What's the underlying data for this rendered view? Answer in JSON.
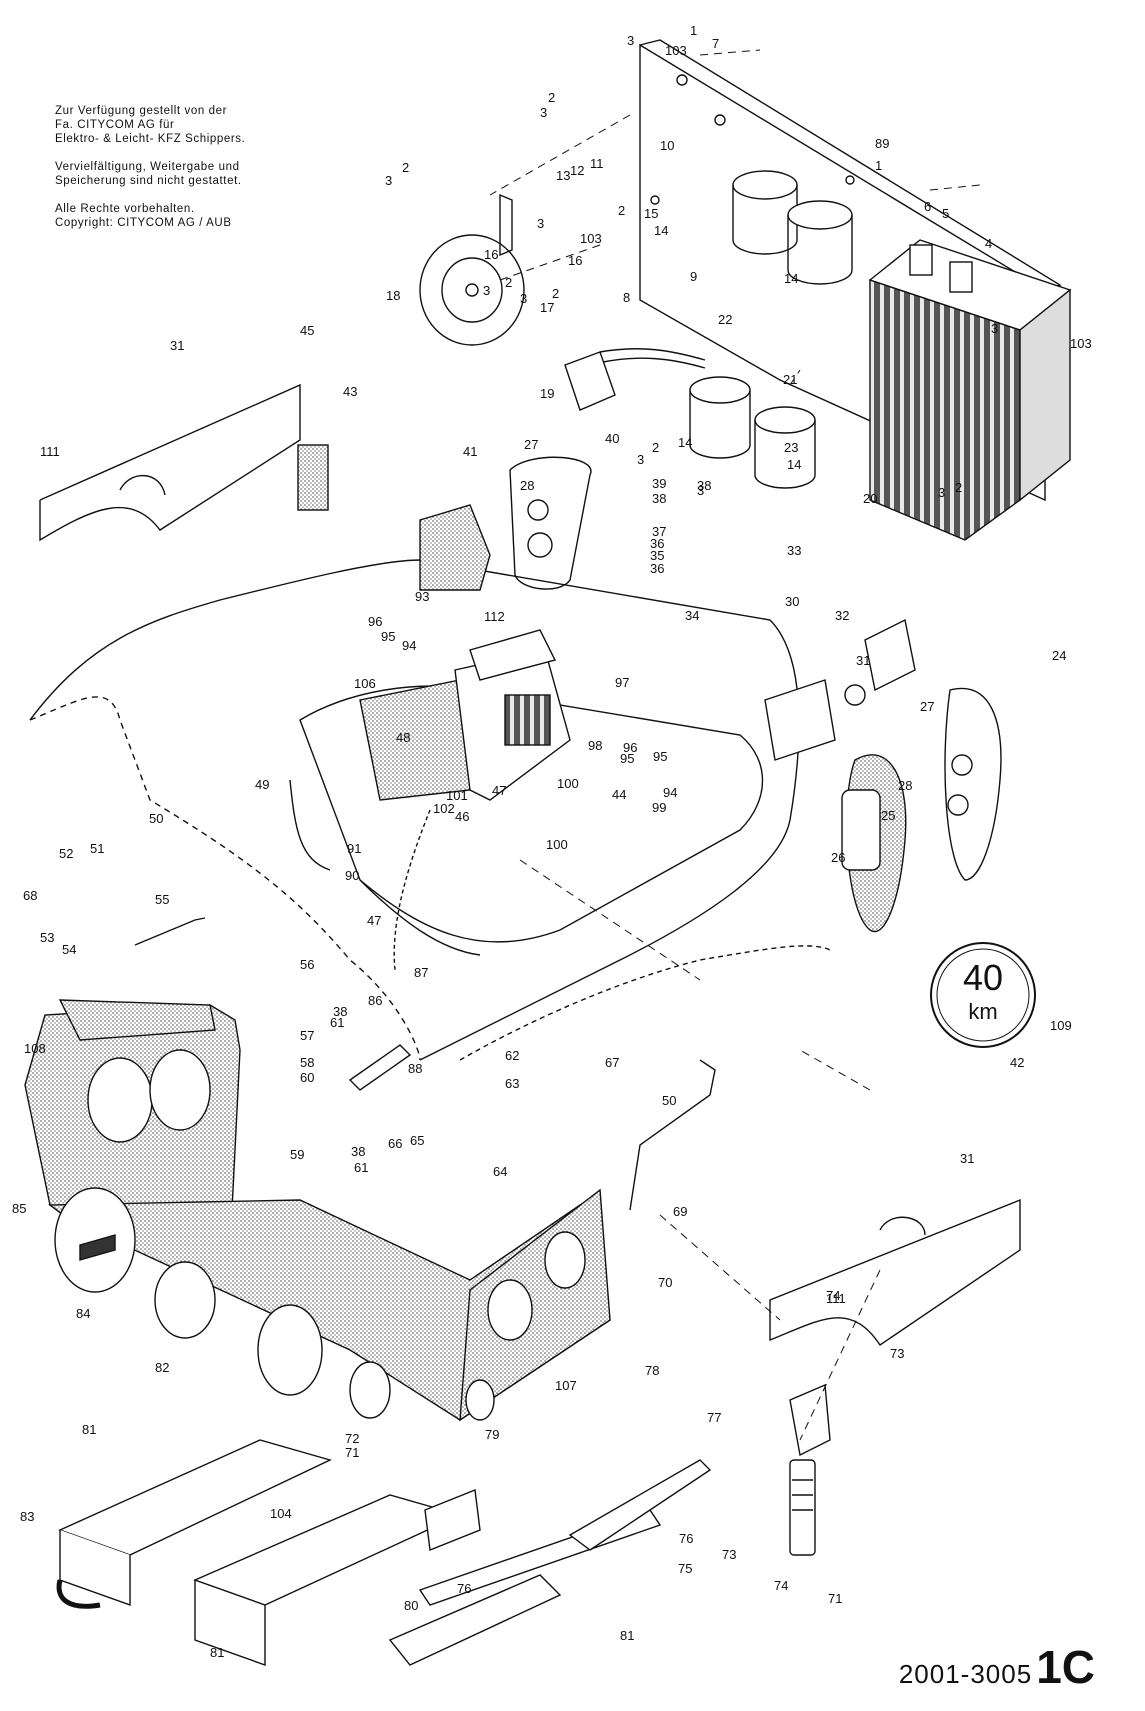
{
  "notice": {
    "line1": "Zur Verfügung gestellt von der",
    "line2": "Fa. CITYCOM AG für",
    "line3": "Elektro- & Leicht- KFZ Schippers.",
    "line4": "Vervielfältigung, Weitergabe und",
    "line5": "Speicherung sind nicht gestattet.",
    "line6": "Alle Rechte vorbehalten.",
    "line7": "Copyright: CITYCOM AG / AUB"
  },
  "speed_sign": {
    "value": "40",
    "unit": "km",
    "callout": "109"
  },
  "document": {
    "code": "2001-3005",
    "page": "1C"
  },
  "callouts": [
    "1",
    "2",
    "3",
    "4",
    "5",
    "6",
    "7",
    "8",
    "9",
    "10",
    "11",
    "12",
    "13",
    "14",
    "15",
    "16",
    "17",
    "18",
    "19",
    "20",
    "21",
    "22",
    "23",
    "24",
    "25",
    "26",
    "27",
    "28",
    "30",
    "31",
    "32",
    "33",
    "34",
    "35",
    "36",
    "37",
    "38",
    "39",
    "40",
    "41",
    "42",
    "43",
    "44",
    "45",
    "46",
    "47",
    "48",
    "49",
    "50",
    "51",
    "52",
    "53",
    "54",
    "55",
    "56",
    "57",
    "58",
    "59",
    "60",
    "61",
    "62",
    "63",
    "64",
    "65",
    "66",
    "67",
    "68",
    "69",
    "70",
    "71",
    "72",
    "73",
    "74",
    "75",
    "76",
    "77",
    "78",
    "79",
    "80",
    "81",
    "82",
    "83",
    "84",
    "85",
    "86",
    "87",
    "88",
    "89",
    "90",
    "91",
    "93",
    "94",
    "95",
    "96",
    "97",
    "98",
    "99",
    "100",
    "101",
    "102",
    "103",
    "104",
    "106",
    "107",
    "108",
    "111",
    "112"
  ],
  "colors": {
    "ink": "#111111",
    "paper": "#ffffff",
    "hatch": "#8a8a8a"
  }
}
